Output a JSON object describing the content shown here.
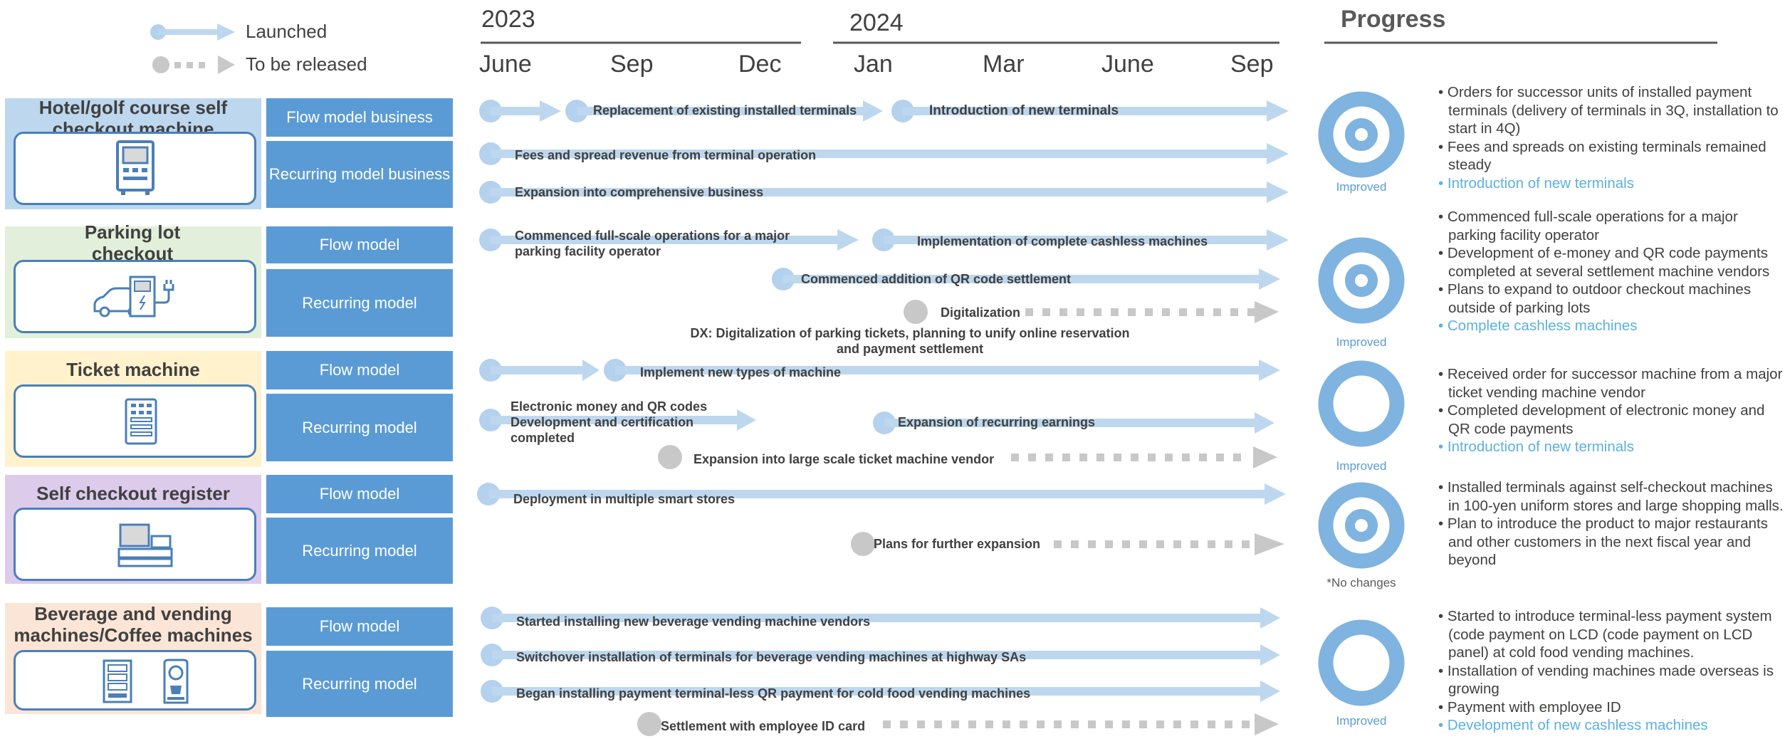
{
  "legend": {
    "launched": "Launched",
    "to_be_released": "To be released"
  },
  "timeline_header": {
    "year_2023": "2023",
    "year_2024": "2024",
    "months": [
      "June",
      "Sep",
      "Dec",
      "Jan",
      "Mar",
      "June",
      "Sep"
    ]
  },
  "progress_title": "Progress",
  "categories": [
    {
      "title": "Hotel/golf course self checkout machine",
      "flow_label": "Flow model business",
      "recurring_label": "Recurring model business",
      "status": "Improved",
      "bullets": [
        "Orders for successor units of installed payment terminals (delivery of terminals in 3Q, installation to start in 4Q)",
        "Fees and spreads on existing terminals remained steady"
      ],
      "highlight": "Introduction of new terminals"
    },
    {
      "title": "Parking lot checkout machine",
      "flow_label": "Flow model",
      "recurring_label": "Recurring model",
      "status": "Improved",
      "bullets": [
        "Commenced full-scale operations for a major parking facility operator",
        "Development of e-money and QR code payments completed at several settlement machine vendors",
        "Plans to expand to outdoor checkout machines outside of parking lots"
      ],
      "highlight": "Complete cashless machines"
    },
    {
      "title": "Ticket machine",
      "flow_label": "Flow model",
      "recurring_label": "Recurring model",
      "status": "Improved",
      "bullets": [
        "Received order for successor machine from a major ticket vending machine vendor",
        "Completed development of electronic money and QR code payments"
      ],
      "highlight": "Introduction of new terminals"
    },
    {
      "title": "Self checkout register",
      "flow_label": "Flow model",
      "recurring_label": "Recurring model",
      "status": "*No changes",
      "bullets": [
        "Installed terminals against self-checkout machines in 100-yen uniform stores and large shopping malls.",
        "Plan to introduce the product to major restaurants and other customers in the next fiscal year and beyond"
      ],
      "highlight": ""
    },
    {
      "title": "Beverage and vending machines/Coffee machines",
      "flow_label": "Flow model",
      "recurring_label": "Recurring model",
      "status": "Improved",
      "bullets": [
        "Started to introduce terminal-less payment system (code payment on LCD (code payment on LCD panel) at cold food vending machines.",
        "Installation of vending machines made overseas is growing",
        "Payment with employee ID"
      ],
      "highlight": "Development of new cashless machines"
    }
  ],
  "timeline_labels": {
    "hotel_replacement": "Replacement of existing installed terminals",
    "hotel_new_terminals": "Introduction of new terminals",
    "hotel_fees": "Fees and spread revenue from terminal operation",
    "hotel_expansion": "Expansion into comprehensive business",
    "parking_commenced": "Commenced full-scale operations for a major parking facility operator",
    "parking_cashless": "Implementation of complete cashless machines",
    "parking_qr": "Commenced addition of QR code settlement",
    "parking_digitalization": "Digitalization",
    "parking_dx_note": "DX: Digitalization of parking tickets, planning to unify online reservation and payment settlement",
    "ticket_new_types": "Implement new types of machine",
    "ticket_emoney": "Electronic money and QR codes Development and certification completed",
    "ticket_recurring": "Expansion of recurring earnings",
    "ticket_large_vendor": "Expansion into large scale ticket machine vendor",
    "register_deployment": "Deployment in multiple smart stores",
    "register_expansion": "Plans for further expansion",
    "bev_new_vendors": "Started installing new beverage vending machine vendors",
    "bev_switchover": "Switchover installation of terminals for beverage vending machines at highway SAs",
    "bev_qr": "Began installing payment terminal-less QR payment for cold food vending machines",
    "bev_employee_id": "Settlement with employee ID card"
  },
  "colors": {
    "launched": "#bdd7ee",
    "launched_dot": "#b4d1ee",
    "planned": "#c8c8c8",
    "model_box": "#5b9bd5",
    "status_ring": "#7fb3e0",
    "highlight": "#5bb1e0",
    "panel_hotel": "#bdd7ee",
    "panel_parking": "#e2efda",
    "panel_ticket": "#fff2cc",
    "panel_register": "#dccbeb",
    "panel_beverage": "#fbe5d6"
  }
}
